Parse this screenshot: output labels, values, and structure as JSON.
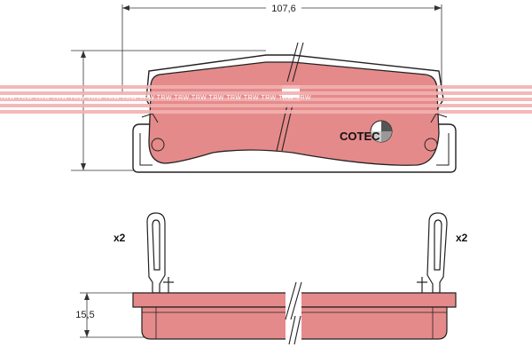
{
  "diagram": {
    "width_dimension": "107,6",
    "height_dimension": "",
    "thickness_dimension": "15,5",
    "quantity_left": "x2",
    "quantity_right": "x2",
    "logo_text": "COTEC",
    "watermark": "TRW TRW TRW TRW TRW TRW TRW TRW TRW TRW TRW TRW TRW TRW TRW TRW TRW TRW"
  },
  "colors": {
    "pad_fill": "#e58a8a",
    "pad_outline": "#222222",
    "watermark": "#f2b0b0",
    "dimension_line": "#333333"
  },
  "icons": {
    "logo": "cotec-pie-logo-icon"
  }
}
